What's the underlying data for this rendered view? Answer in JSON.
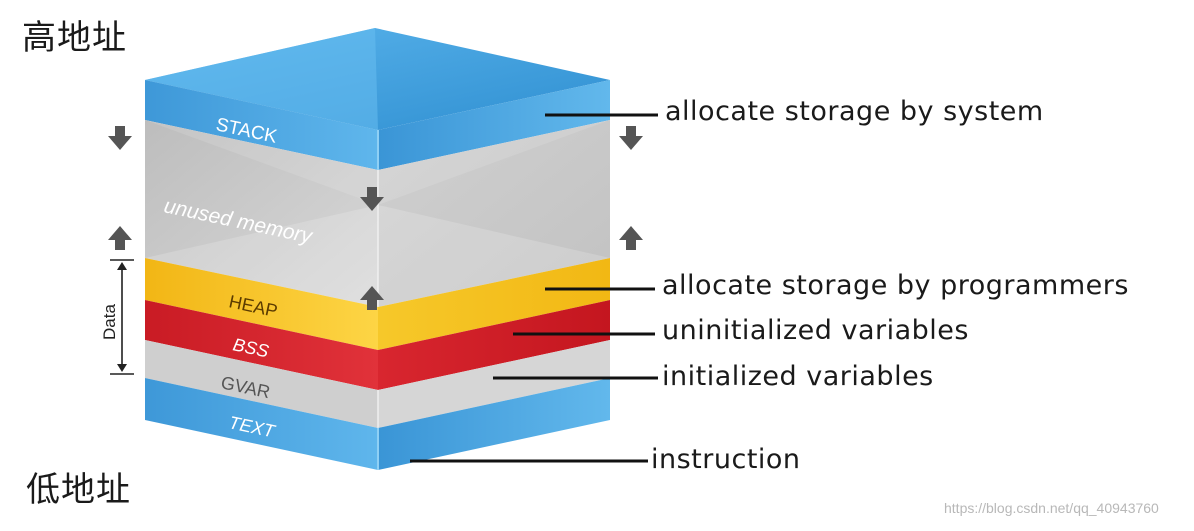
{
  "address_labels": {
    "high": "高地址",
    "low": "低地址"
  },
  "layers": {
    "stack": "STACK",
    "unused": "unused memory",
    "heap": "HEAP",
    "bss": "BSS",
    "gvar": "GVAR",
    "text": "TEXT"
  },
  "data_bracket_label": "Data",
  "callouts": {
    "stack": "allocate storage by system",
    "heap": "allocate storage by programmers",
    "bss": "uninitialized variables",
    "gvar": "initialized variables",
    "text": "instruction"
  },
  "watermark": "https://blog.csdn.net/qq_40943760",
  "colors": {
    "stack_blue": "#4aa3df",
    "unused_gray": "#c9c9c9",
    "heap_yellow": "#f6c21f",
    "bss_red": "#d4202a",
    "gvar_gray": "#d2d2d2",
    "text_blue": "#4aa3df"
  }
}
